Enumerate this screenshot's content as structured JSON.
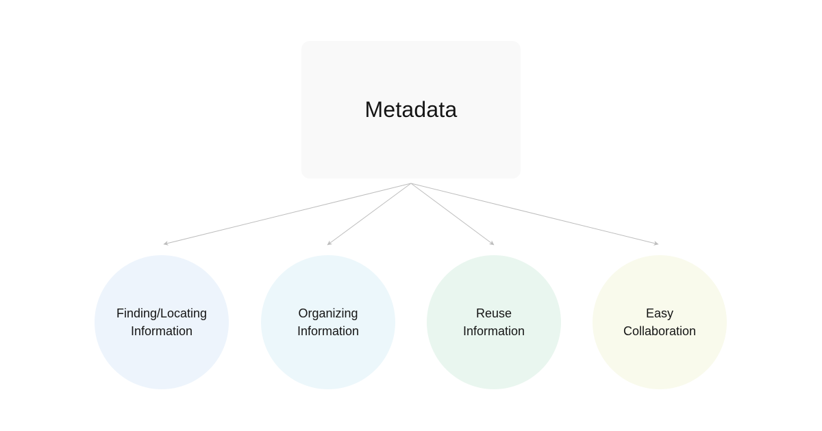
{
  "diagram": {
    "root": {
      "label": "Metadata"
    },
    "nodes": [
      {
        "lines": [
          "Finding/Locating",
          "Information"
        ],
        "color": "#edf4fc"
      },
      {
        "lines": [
          "Organizing",
          "Information"
        ],
        "color": "#ecf7fb"
      },
      {
        "lines": [
          "Reuse",
          "Information"
        ],
        "color": "#e9f6ef"
      },
      {
        "lines": [
          "Easy",
          "Collaboration"
        ],
        "color": "#f9faec"
      }
    ],
    "colors": {
      "background": "#ffffff",
      "root_box_fill": "#f9f9f9",
      "connector": "#bdbdbd",
      "text": "#141414"
    }
  }
}
